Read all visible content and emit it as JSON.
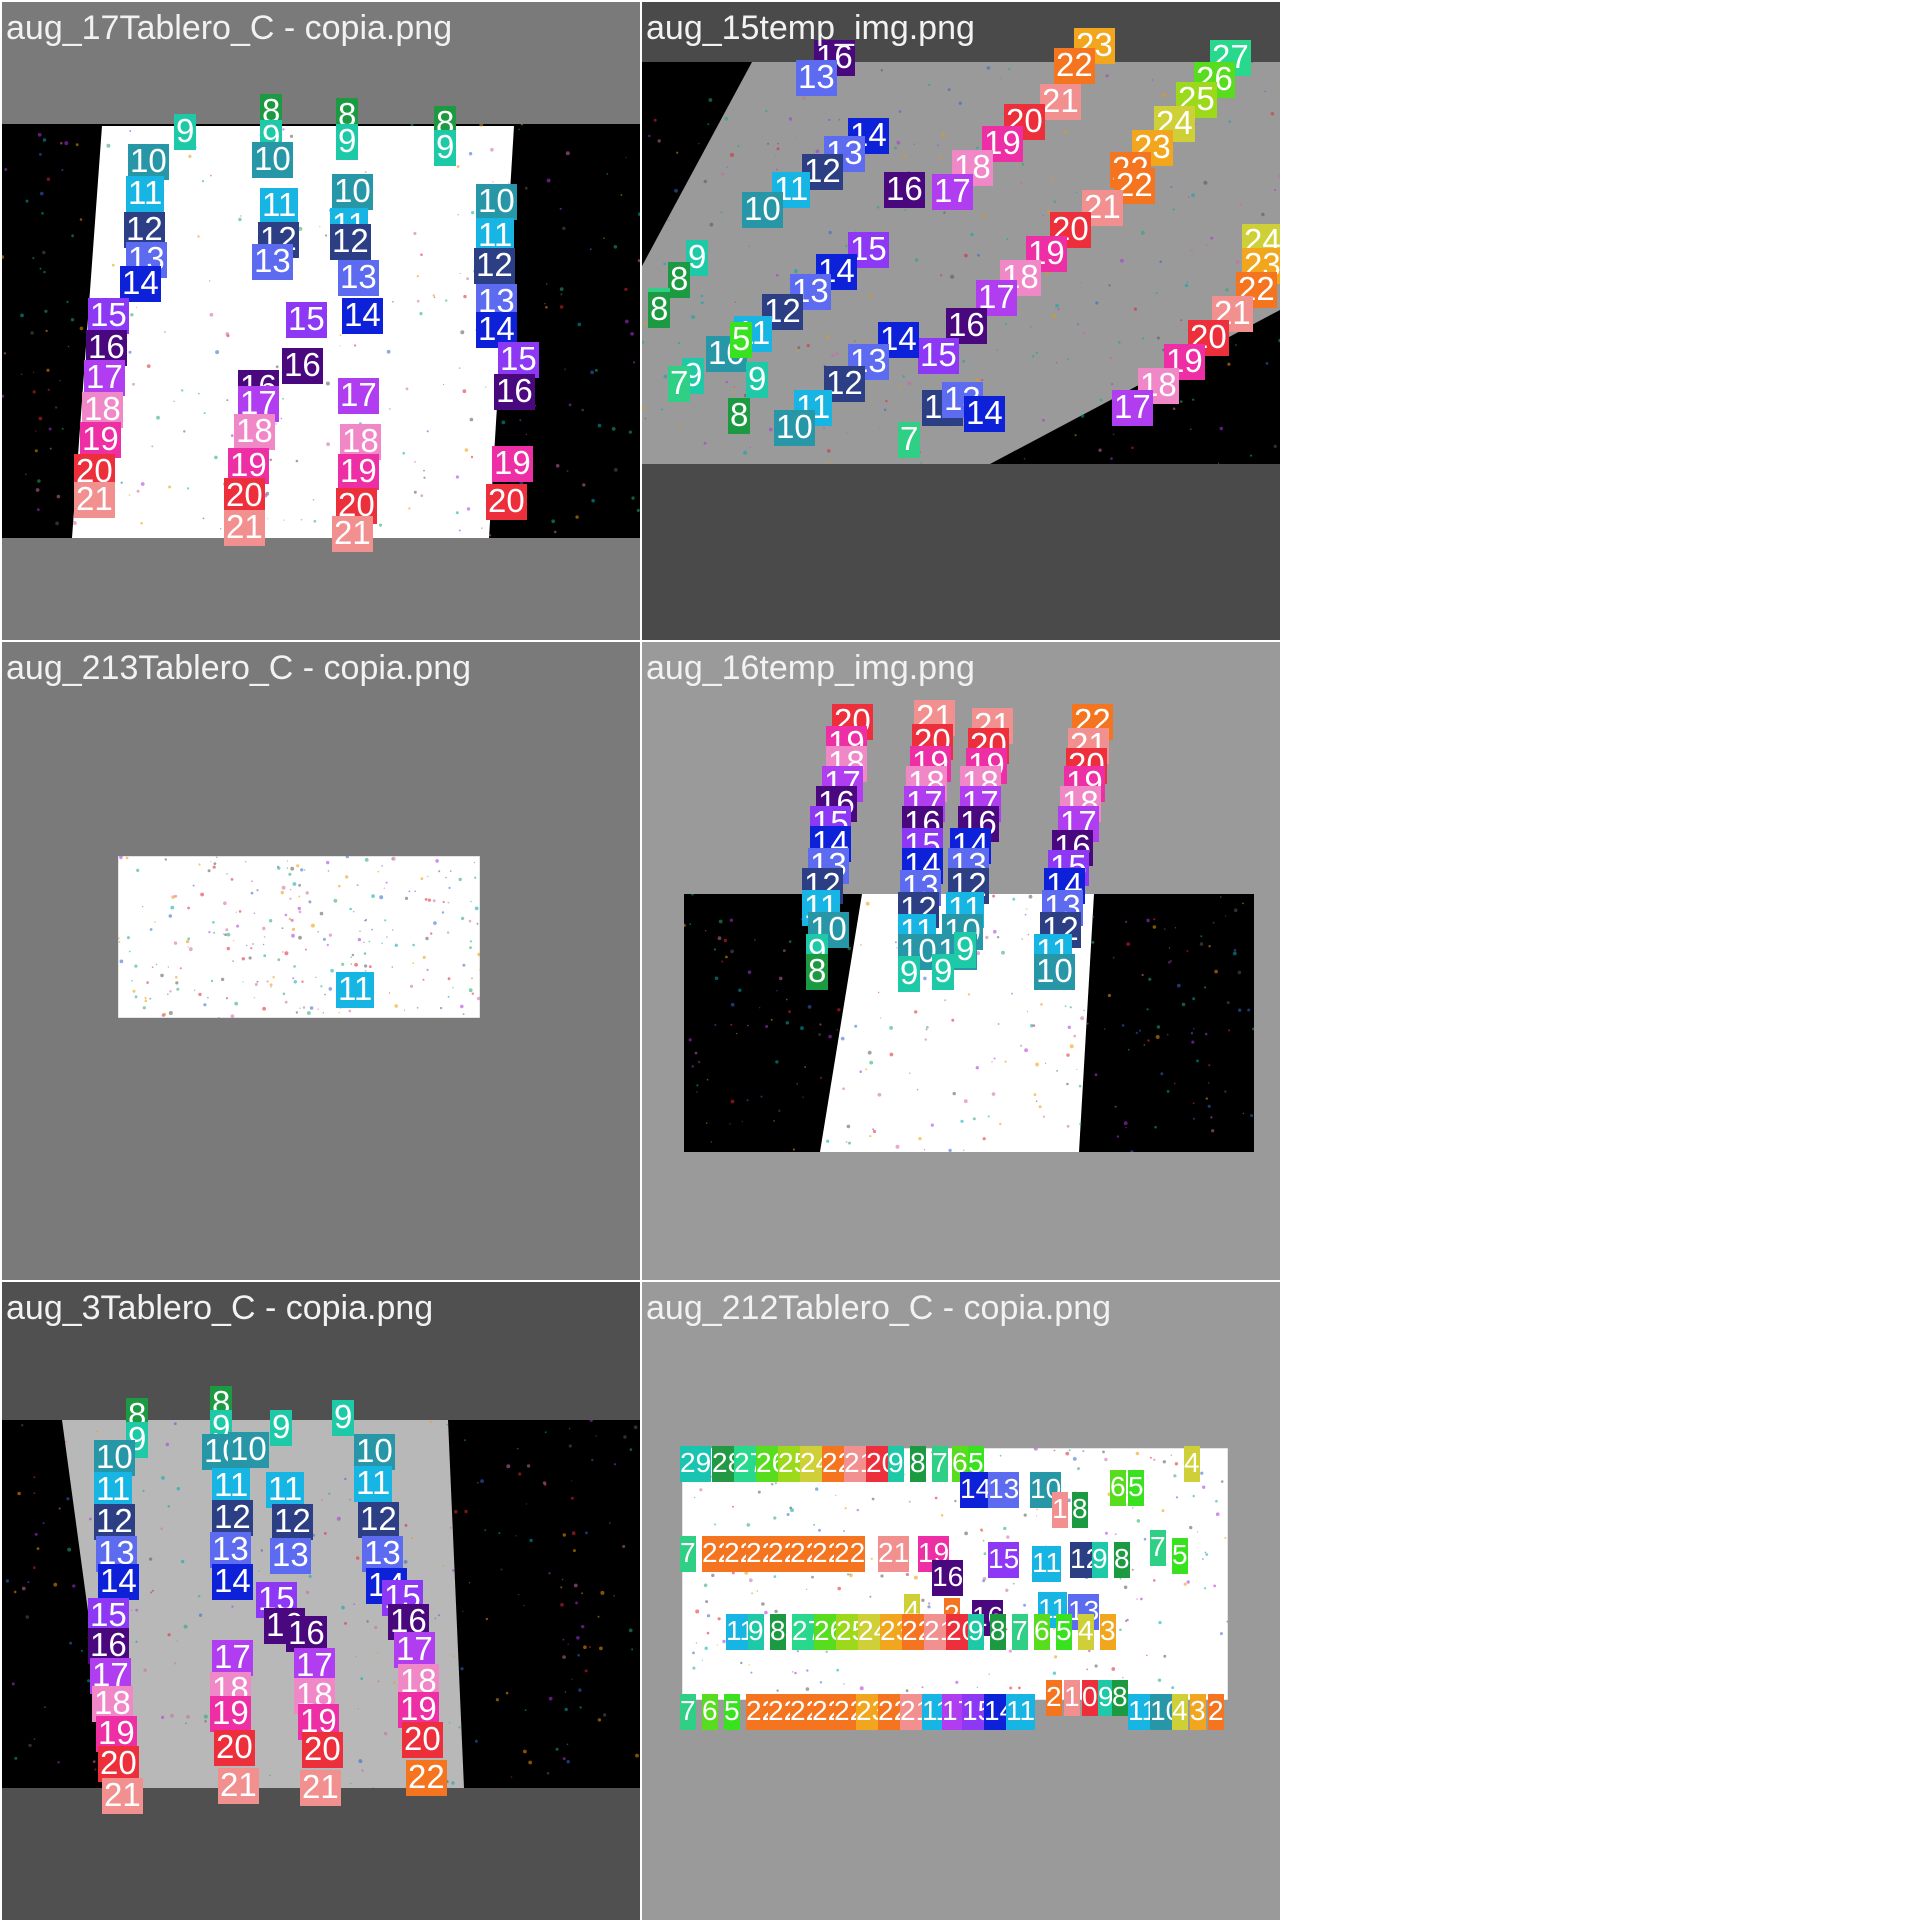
{
  "grid": {
    "tiles": [
      {
        "title": "aug_17Tablero_C - copia.png",
        "background": "#7a7a7a",
        "frame_color": "#000000",
        "plate_color": "#ffffff",
        "labels": [
          "9",
          "8",
          "9",
          "8",
          "9",
          "8",
          "9",
          "10",
          "10",
          "10",
          "10",
          "11",
          "11",
          "11",
          "11",
          "12",
          "12",
          "12",
          "12",
          "13",
          "13",
          "13",
          "13",
          "14",
          "14",
          "14",
          "15",
          "15",
          "15",
          "16",
          "16",
          "16",
          "16",
          "17",
          "17",
          "17",
          "18",
          "18",
          "18",
          "19",
          "19",
          "19",
          "19",
          "20",
          "20",
          "20",
          "20",
          "21",
          "21",
          "21"
        ]
      },
      {
        "title": "aug_15temp_img.png",
        "background": "#4a4a4a",
        "frame_color": "#000000",
        "plate_color": "#9a9a9a",
        "labels": [
          "16",
          "13",
          "23",
          "22",
          "27",
          "26",
          "25",
          "24",
          "23",
          "22",
          "21",
          "20",
          "19",
          "18",
          "17",
          "14",
          "13",
          "12",
          "11",
          "10",
          "22",
          "21",
          "20",
          "19",
          "18",
          "17",
          "16",
          "15",
          "14",
          "13",
          "12",
          "11",
          "10",
          "9",
          "8",
          "7",
          "24",
          "23",
          "22",
          "21",
          "20",
          "19",
          "18",
          "17",
          "16",
          "15",
          "14",
          "13",
          "12",
          "11",
          "10",
          "9",
          "8",
          "7",
          "5",
          "9",
          "8",
          "7",
          "12",
          "13",
          "14",
          "15"
        ]
      },
      {
        "title": "aug_213Tablero_C - copia.png",
        "background": "#7a7a7a",
        "frame_color": "#ffffff",
        "plate_color": "#ffffff",
        "labels": [
          "11"
        ]
      },
      {
        "title": "aug_16temp_img.png",
        "background": "#9a9a9a",
        "frame_color": "#000000",
        "plate_color": "#ffffff",
        "labels": [
          "20",
          "21",
          "21",
          "22",
          "19",
          "20",
          "20",
          "21",
          "18",
          "19",
          "19",
          "20",
          "17",
          "18",
          "18",
          "19",
          "16",
          "17",
          "17",
          "18",
          "15",
          "16",
          "16",
          "17",
          "14",
          "15",
          "14",
          "16",
          "13",
          "14",
          "13",
          "15",
          "12",
          "13",
          "12",
          "14",
          "11",
          "12",
          "11",
          "13",
          "10",
          "11",
          "10",
          "12",
          "9",
          "10",
          "10",
          "11",
          "8",
          "9",
          "9",
          "10",
          "9"
        ]
      },
      {
        "title": "aug_3Tablero_C - copia.png",
        "background": "#505050",
        "frame_color": "#000000",
        "plate_color": "#b8b8b8",
        "labels": [
          "8",
          "9",
          "8",
          "9",
          "9",
          "9",
          "10",
          "10",
          "10",
          "10",
          "11",
          "11",
          "11",
          "11",
          "12",
          "12",
          "12",
          "12",
          "13",
          "13",
          "13",
          "13",
          "14",
          "14",
          "14",
          "15",
          "15",
          "15",
          "16",
          "16",
          "16",
          "16",
          "17",
          "17",
          "17",
          "17",
          "18",
          "18",
          "18",
          "18",
          "19",
          "19",
          "19",
          "19",
          "20",
          "20",
          "20",
          "20",
          "21",
          "21",
          "21",
          "22"
        ]
      },
      {
        "title": "aug_212Tablero_C - copia.png",
        "background": "#9a9a9a",
        "frame_color": "#ffffff",
        "plate_color": "#ffffff",
        "labels": [
          "29",
          "28",
          "27",
          "26",
          "25",
          "24",
          "22",
          "21",
          "20",
          "9",
          "8",
          "7",
          "6",
          "5",
          "14",
          "13",
          "10",
          "6",
          "5",
          "4",
          "1",
          "8",
          "7",
          "22",
          "22",
          "22",
          "22",
          "22",
          "22",
          "22",
          "21",
          "19",
          "16",
          "15",
          "11",
          "12",
          "9",
          "8",
          "7",
          "5",
          "4",
          "2",
          "16",
          "11",
          "13",
          "11",
          "9",
          "8",
          "27",
          "26",
          "25",
          "24",
          "23",
          "22",
          "21",
          "20",
          "9",
          "8",
          "7",
          "6",
          "5",
          "4",
          "3",
          "2",
          "1",
          "0",
          "9",
          "8",
          "7",
          "6",
          "5",
          "22",
          "22",
          "22",
          "22",
          "22",
          "23",
          "22",
          "21",
          "11",
          "17",
          "15",
          "14",
          "11",
          "11",
          "10",
          "4",
          "3",
          "2",
          "1",
          "0"
        ]
      }
    ]
  },
  "palette": {
    "5": "#39e21f",
    "7": "#2fcf86",
    "8": "#1b9a42",
    "9": "#1ec9a8",
    "10": "#2797a8",
    "11": "#17b5e3",
    "12": "#2c3f84",
    "13": "#5c6bf0",
    "14": "#0d22d8",
    "15": "#8c38f5",
    "16": "#4a087e",
    "17": "#b03df0",
    "18": "#f088c8",
    "19": "#ee2ea4",
    "20": "#ed2f3c",
    "21": "#f28f8f",
    "22": "#f5741f",
    "23": "#f2a61d",
    "24": "#cfd037",
    "25": "#9dd91b",
    "26": "#57dd1e",
    "27": "#28d88c",
    "28": "#239944",
    "29": "#19c5b1",
    "0": "#ed2f3c",
    "1": "#f28f8f",
    "2": "#f5741f",
    "3": "#f2a61d",
    "4": "#cfd037",
    "6": "#57dd1e"
  }
}
